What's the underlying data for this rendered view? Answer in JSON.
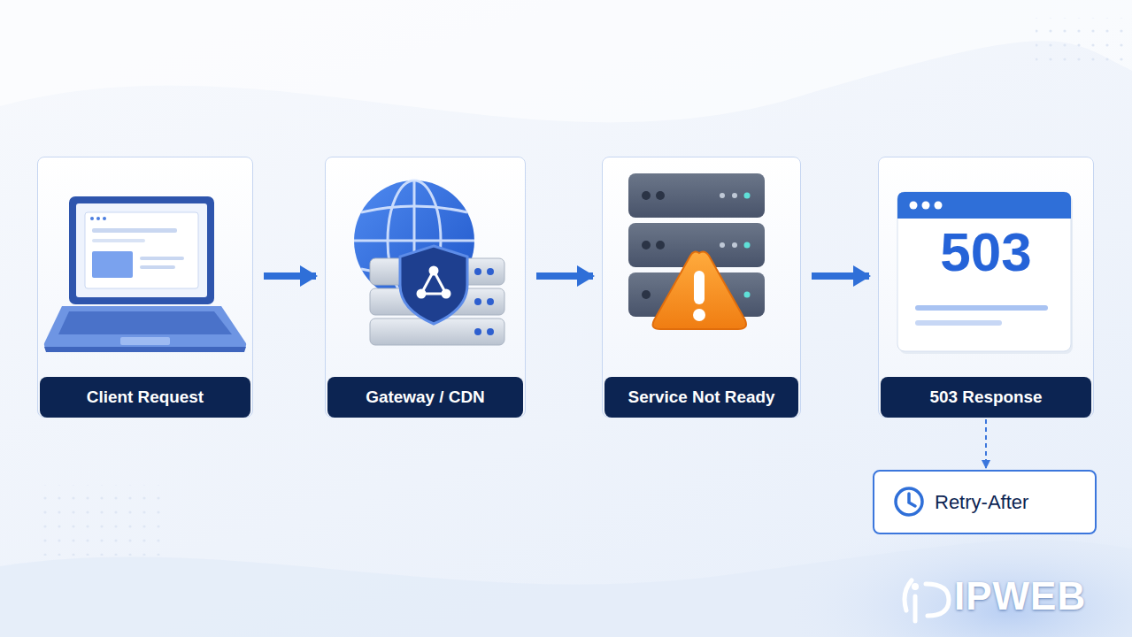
{
  "diagram": {
    "nodes": [
      {
        "text": [
          "Client Request"
        ]
      },
      {
        "text": [
          "Gateway / CDN"
        ]
      },
      {
        "text": [
          "Service Not Ready"
        ]
      },
      {
        "text": [
          "503",
          "503 Response"
        ]
      },
      {
        "text": [
          "Retry-After"
        ]
      }
    ],
    "edges": [
      {
        "from": 0,
        "to": 1,
        "arrow": "to"
      },
      {
        "from": 1,
        "to": 2,
        "arrow": "to"
      },
      {
        "from": 2,
        "to": 3,
        "arrow": "to"
      },
      {
        "from": 3,
        "to": 4,
        "arrow": "to"
      }
    ],
    "labels": [
      "IPWEB"
    ]
  }
}
